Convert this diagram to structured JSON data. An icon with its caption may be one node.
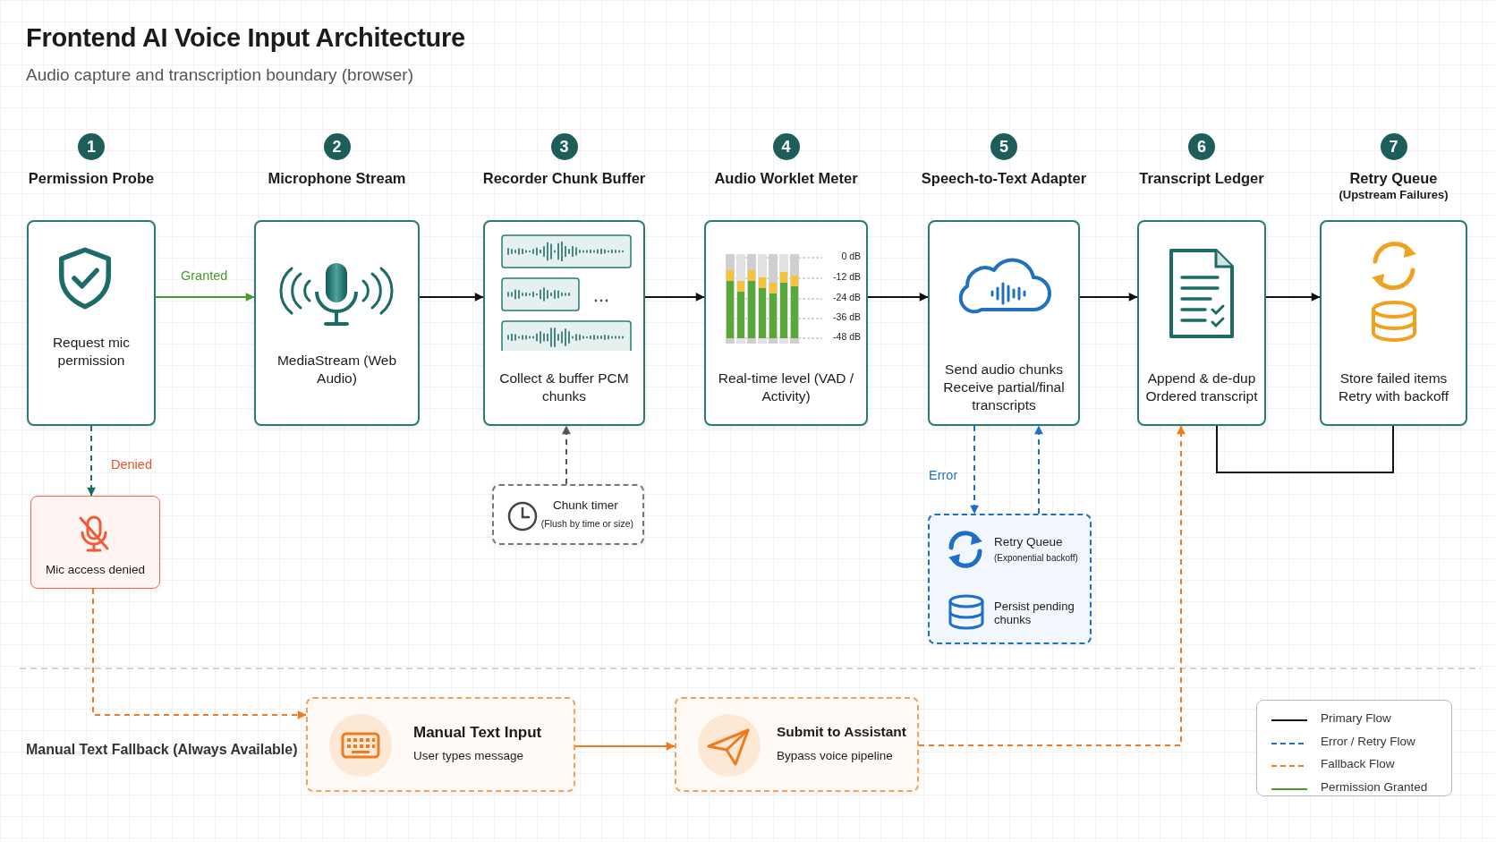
{
  "diagram": {
    "title": "Frontend AI Voice Input Architecture",
    "caption": "Audio capture and transcription boundary (browser)",
    "nodes": [
      {
        "text": [
          "1",
          "Permission Probe",
          "Request mic permission"
        ]
      },
      {
        "text": [
          "2",
          "Microphone Stream",
          "MediaStream (Web Audio)"
        ]
      },
      {
        "text": [
          "3",
          "Recorder Chunk Buffer",
          "Collect & buffer PCM chunks"
        ]
      },
      {
        "text": [
          "4",
          "Audio Worklet Meter",
          "Real-time level (VAD / Activity)"
        ]
      },
      {
        "text": [
          "5",
          "Speech-to-Text Adapter",
          "Send audio chunks",
          "Receive partial/final transcripts"
        ]
      },
      {
        "text": [
          "6",
          "Transcript Ledger",
          "Append & de-dup",
          "Ordered transcript"
        ]
      },
      {
        "text": [
          "7",
          "Retry Queue",
          "(Upstream Failures)",
          "Store failed items",
          "Retry with backoff"
        ]
      },
      {
        "text": [
          "Mic access denied"
        ]
      },
      {
        "text": [
          "Chunk timer",
          "(Flush by time or size)"
        ]
      },
      {
        "text": [
          "Retry Queue",
          "(Exponential backoff)",
          "Persist pending chunks"
        ]
      },
      {
        "text": [
          "Manual Text Input",
          "User types message"
        ]
      },
      {
        "text": [
          "Submit to Assistant",
          "Bypass voice pipeline"
        ]
      }
    ],
    "edges": [
      {
        "from": 0,
        "to": 1,
        "arrow": "to",
        "label": "Granted",
        "color": "#4a9a2a"
      },
      {
        "from": 1,
        "to": 2,
        "arrow": "to"
      },
      {
        "from": 2,
        "to": 3,
        "arrow": "to"
      },
      {
        "from": 3,
        "to": 4,
        "arrow": "to"
      },
      {
        "from": 4,
        "to": 5,
        "arrow": "to"
      },
      {
        "from": 5,
        "to": 6,
        "arrow": "to"
      },
      {
        "from": 5,
        "to": 6,
        "arrow": "none"
      },
      {
        "from": 0,
        "to": 7,
        "arrow": "to",
        "label": "Denied",
        "style": "dashed",
        "color": "#1d6b67"
      },
      {
        "from": 8,
        "to": 2,
        "arrow": "to",
        "style": "dashed",
        "color": "#555555"
      },
      {
        "from": 4,
        "to": 9,
        "arrow": "to",
        "label": "Error",
        "style": "dashed",
        "color": "#1f6fc2"
      },
      {
        "from": 9,
        "to": 4,
        "arrow": "to",
        "style": "dashed",
        "color": "#1f6fc2"
      },
      {
        "from": 7,
        "to": 10,
        "arrow": "to",
        "style": "dashed",
        "color": "#f07a1e"
      },
      {
        "from": 10,
        "to": 11,
        "arrow": "to",
        "color": "#f07a1e"
      },
      {
        "from": 11,
        "to": 5,
        "arrow": "to",
        "style": "dashed",
        "color": "#f07a1e"
      }
    ],
    "labels": [
      "0 dB",
      "-12 dB",
      "-24 dB",
      "-36 dB",
      "-48 dB",
      "Manual Text Fallback (Always Available)"
    ],
    "legend": [
      {
        "text": "Primary Flow"
      },
      {
        "text": "Error / Retry Flow"
      },
      {
        "text": "Fallback Flow"
      },
      {
        "text": "Permission Granted"
      }
    ]
  }
}
